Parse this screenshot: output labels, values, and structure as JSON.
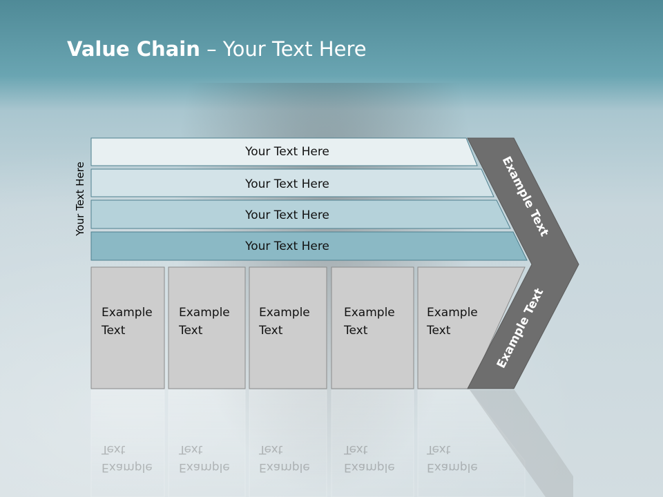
{
  "title": {
    "bold": "Value Chain",
    "rest": " – Your Text Here"
  },
  "side_label": "Your Text Here",
  "rows": [
    {
      "label": "Your Text Here",
      "fill": "#e8f0f2"
    },
    {
      "label": "Your Text Here",
      "fill": "#d3e3e8"
    },
    {
      "label": "Your Text Here",
      "fill": "#b5d2da"
    },
    {
      "label": "Your Text Here",
      "fill": "#8bb9c5"
    }
  ],
  "boxes": [
    {
      "line1": "Example",
      "line2": "Text"
    },
    {
      "line1": "Example",
      "line2": "Text"
    },
    {
      "line1": "Example",
      "line2": "Text"
    },
    {
      "line1": "Example",
      "line2": "Text"
    },
    {
      "line1": "Example",
      "line2": "Text"
    }
  ],
  "chevron": {
    "top_label": "Example Text",
    "bottom_label": "Example Text",
    "fill": "#6e6e6e"
  },
  "colors": {
    "box_fill": "#cdcdcd",
    "row_stroke": "#4d7f8e",
    "text": "#111111"
  }
}
